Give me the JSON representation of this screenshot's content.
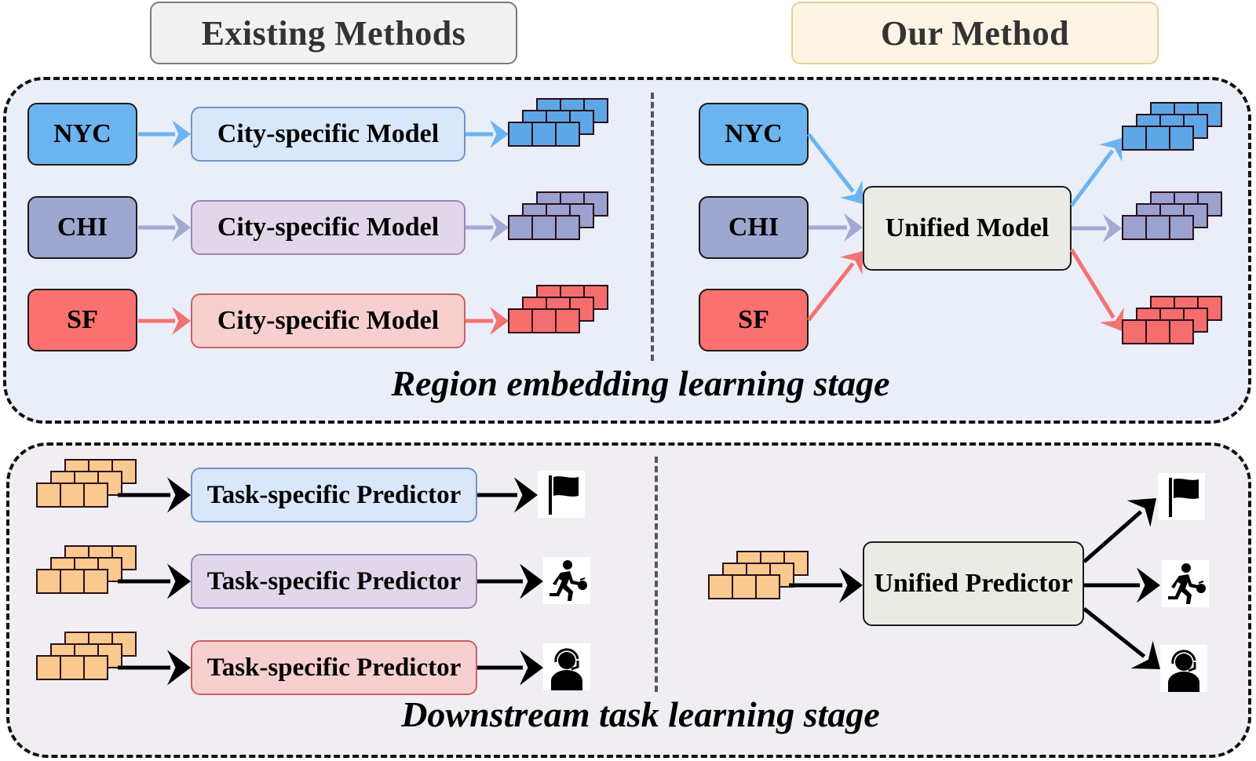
{
  "headers": {
    "existing": "Existing Methods",
    "ours": "Our Method"
  },
  "stages": {
    "region": {
      "label": "Region embedding learning stage"
    },
    "downstream": {
      "label": "Downstream task learning stage"
    }
  },
  "cities": [
    {
      "name": "NYC",
      "fill": "#6cb4ef",
      "model_fill": "#d9e7fa",
      "model_border": "#6f94c8",
      "arrow": "#6cb4ef",
      "embed": "#5fa6e6"
    },
    {
      "name": "CHI",
      "fill": "#9fa6d0",
      "model_fill": "#e2d7ea",
      "model_border": "#9b85b8",
      "arrow": "#a3a8d4",
      "embed": "#9ba2d0"
    },
    {
      "name": "SF",
      "fill": "#fb7070",
      "model_fill": "#f8cfcf",
      "model_border": "#c96060",
      "arrow": "#f57272",
      "embed": "#f56e6e"
    }
  ],
  "existing": {
    "model_label": "City-specific Model",
    "predictor_label": "Task-specific Predictor",
    "predictor_styles": [
      {
        "fill": "#d9e7fa",
        "border": "#6f94c8"
      },
      {
        "fill": "#e2d7ea",
        "border": "#9b85b8"
      },
      {
        "fill": "#f8cfcf",
        "border": "#c96060"
      }
    ]
  },
  "ours": {
    "model_label": "Unified Model",
    "predictor_label": "Unified Predictor"
  },
  "tasks": [
    {
      "icon": "flag-icon"
    },
    {
      "icon": "running-thief-icon"
    },
    {
      "icon": "customer-service-icon"
    }
  ],
  "embedding_color": "#f9c98f"
}
